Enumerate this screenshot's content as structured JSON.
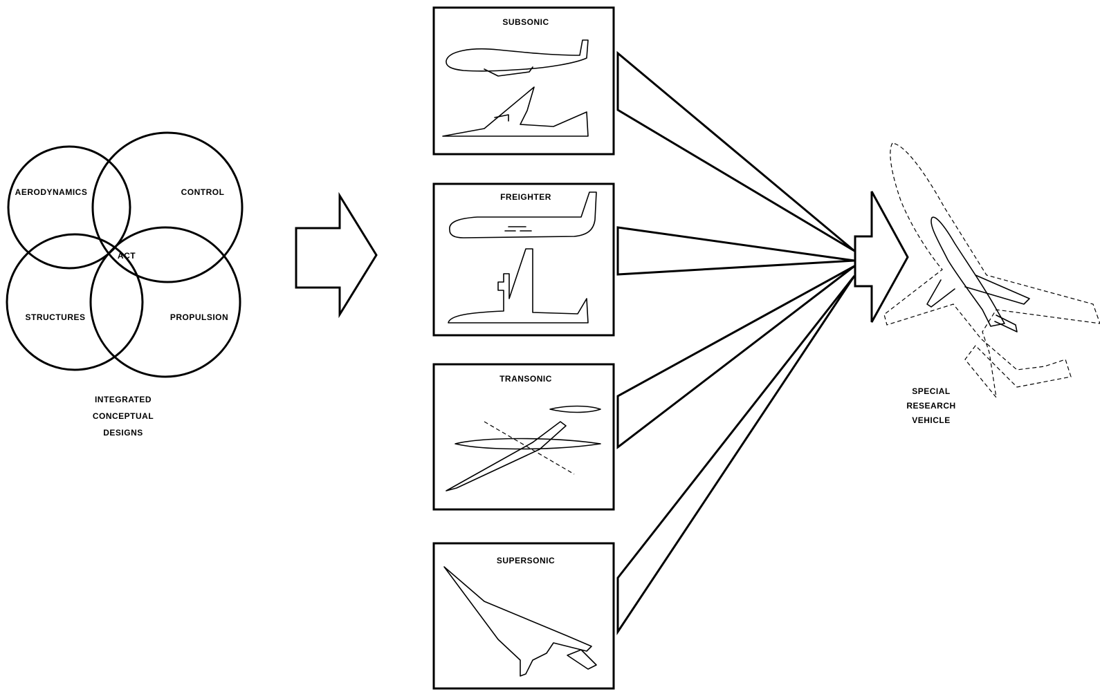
{
  "venn": {
    "aerodynamics": "AERODYNAMICS",
    "control": "CONTROL",
    "structures": "STRUCTURES",
    "propulsion": "PROPULSION",
    "center": "ACT"
  },
  "caption_left": [
    "INTEGRATED",
    "CONCEPTUAL",
    "DESIGNS"
  ],
  "panels": {
    "subsonic": "SUBSONIC",
    "freighter": "FREIGHTER",
    "transonic": "TRANSONIC",
    "supersonic": "SUPERSONIC"
  },
  "caption_right": [
    "SPECIAL",
    "RESEARCH",
    "VEHICLE"
  ]
}
